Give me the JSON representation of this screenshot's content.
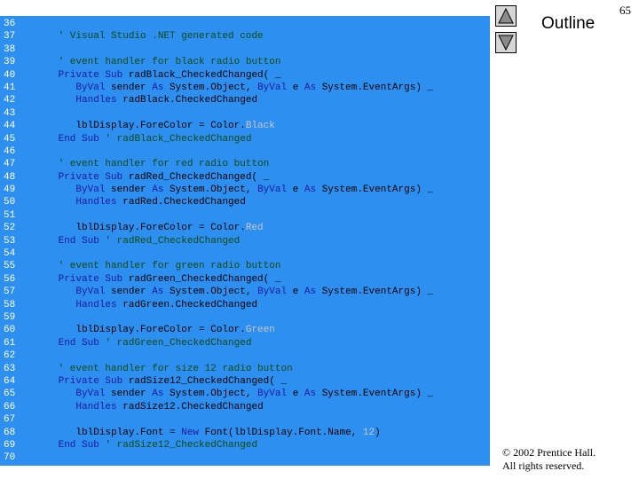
{
  "page_number": "65",
  "outline_label": "Outline",
  "copyright_line1": "© 2002 Prentice Hall.",
  "copyright_line2": "All rights reserved.",
  "nav": {
    "up_icon": "triangle-up-icon",
    "down_icon": "triangle-down-icon"
  },
  "colors": {
    "panel": "#2d8ff0",
    "keyword": "#1a1aa0",
    "comment": "#104b10",
    "literal": "#c8c8c8",
    "line_number": "#ffffff"
  },
  "code": {
    "line_numbers": [
      "36",
      "37",
      "38",
      "39",
      "40",
      "41",
      "42",
      "43",
      "44",
      "45",
      "46",
      "47",
      "48",
      "49",
      "50",
      "51",
      "52",
      "53",
      "54",
      "55",
      "56",
      "57",
      "58",
      "59",
      "60",
      "61",
      "62",
      "63",
      "64",
      "65",
      "66",
      "67",
      "68",
      "69",
      "70"
    ],
    "lines": [
      [],
      [
        {
          "t": "      "
        },
        {
          "t": "' Visual Studio .NET generated code",
          "k": "cm"
        }
      ],
      [],
      [
        {
          "t": "      "
        },
        {
          "t": "' event handler for black radio button",
          "k": "cm"
        }
      ],
      [
        {
          "t": "      "
        },
        {
          "t": "Private Sub",
          "k": "kw"
        },
        {
          "t": " radBlack_CheckedChanged( _"
        }
      ],
      [
        {
          "t": "         "
        },
        {
          "t": "ByVal",
          "k": "kw"
        },
        {
          "t": " sender "
        },
        {
          "t": "As",
          "k": "kw"
        },
        {
          "t": " System.Object, "
        },
        {
          "t": "ByVal",
          "k": "kw"
        },
        {
          "t": " e "
        },
        {
          "t": "As",
          "k": "kw"
        },
        {
          "t": " System.EventArgs) _"
        }
      ],
      [
        {
          "t": "         "
        },
        {
          "t": "Handles",
          "k": "kw"
        },
        {
          "t": " radBlack.CheckedChanged"
        }
      ],
      [],
      [
        {
          "t": "         lblDisplay.ForeColor = Color."
        },
        {
          "t": "Black",
          "k": "lit"
        }
      ],
      [
        {
          "t": "      "
        },
        {
          "t": "End Sub",
          "k": "kw"
        },
        {
          "t": " "
        },
        {
          "t": "' radBlack_CheckedChanged",
          "k": "cm"
        }
      ],
      [],
      [
        {
          "t": "      "
        },
        {
          "t": "' event handler for red radio button",
          "k": "cm"
        }
      ],
      [
        {
          "t": "      "
        },
        {
          "t": "Private Sub",
          "k": "kw"
        },
        {
          "t": " radRed_CheckedChanged( _"
        }
      ],
      [
        {
          "t": "         "
        },
        {
          "t": "ByVal",
          "k": "kw"
        },
        {
          "t": " sender "
        },
        {
          "t": "As",
          "k": "kw"
        },
        {
          "t": " System.Object, "
        },
        {
          "t": "ByVal",
          "k": "kw"
        },
        {
          "t": " e "
        },
        {
          "t": "As",
          "k": "kw"
        },
        {
          "t": " System.EventArgs) _"
        }
      ],
      [
        {
          "t": "         "
        },
        {
          "t": "Handles",
          "k": "kw"
        },
        {
          "t": " radRed.CheckedChanged"
        }
      ],
      [],
      [
        {
          "t": "         lblDisplay.ForeColor = Color."
        },
        {
          "t": "Red",
          "k": "lit"
        }
      ],
      [
        {
          "t": "      "
        },
        {
          "t": "End Sub",
          "k": "kw"
        },
        {
          "t": " "
        },
        {
          "t": "' radRed_CheckedChanged",
          "k": "cm"
        }
      ],
      [],
      [
        {
          "t": "      "
        },
        {
          "t": "' event handler for green radio button",
          "k": "cm"
        }
      ],
      [
        {
          "t": "      "
        },
        {
          "t": "Private Sub",
          "k": "kw"
        },
        {
          "t": " radGreen_CheckedChanged( _"
        }
      ],
      [
        {
          "t": "         "
        },
        {
          "t": "ByVal",
          "k": "kw"
        },
        {
          "t": " sender "
        },
        {
          "t": "As",
          "k": "kw"
        },
        {
          "t": " System.Object, "
        },
        {
          "t": "ByVal",
          "k": "kw"
        },
        {
          "t": " e "
        },
        {
          "t": "As",
          "k": "kw"
        },
        {
          "t": " System.EventArgs) _"
        }
      ],
      [
        {
          "t": "         "
        },
        {
          "t": "Handles",
          "k": "kw"
        },
        {
          "t": " radGreen.CheckedChanged"
        }
      ],
      [],
      [
        {
          "t": "         lblDisplay.ForeColor = Color."
        },
        {
          "t": "Green",
          "k": "lit"
        }
      ],
      [
        {
          "t": "      "
        },
        {
          "t": "End Sub",
          "k": "kw"
        },
        {
          "t": " "
        },
        {
          "t": "' radGreen_CheckedChanged",
          "k": "cm"
        }
      ],
      [],
      [
        {
          "t": "      "
        },
        {
          "t": "' event handler for size 12 radio button",
          "k": "cm"
        }
      ],
      [
        {
          "t": "      "
        },
        {
          "t": "Private Sub",
          "k": "kw"
        },
        {
          "t": " radSize12_CheckedChanged( _"
        }
      ],
      [
        {
          "t": "         "
        },
        {
          "t": "ByVal",
          "k": "kw"
        },
        {
          "t": " sender "
        },
        {
          "t": "As",
          "k": "kw"
        },
        {
          "t": " System.Object, "
        },
        {
          "t": "ByVal",
          "k": "kw"
        },
        {
          "t": " e "
        },
        {
          "t": "As",
          "k": "kw"
        },
        {
          "t": " System.EventArgs) _"
        }
      ],
      [
        {
          "t": "         "
        },
        {
          "t": "Handles",
          "k": "kw"
        },
        {
          "t": " radSize12.CheckedChanged"
        }
      ],
      [],
      [
        {
          "t": "         lblDisplay.Font = "
        },
        {
          "t": "New",
          "k": "kw"
        },
        {
          "t": " Font(lblDisplay.Font.Name, "
        },
        {
          "t": "12",
          "k": "lit"
        },
        {
          "t": ")"
        }
      ],
      [
        {
          "t": "      "
        },
        {
          "t": "End Sub",
          "k": "kw"
        },
        {
          "t": " "
        },
        {
          "t": "' radSize12_CheckedChanged",
          "k": "cm"
        }
      ],
      []
    ]
  }
}
